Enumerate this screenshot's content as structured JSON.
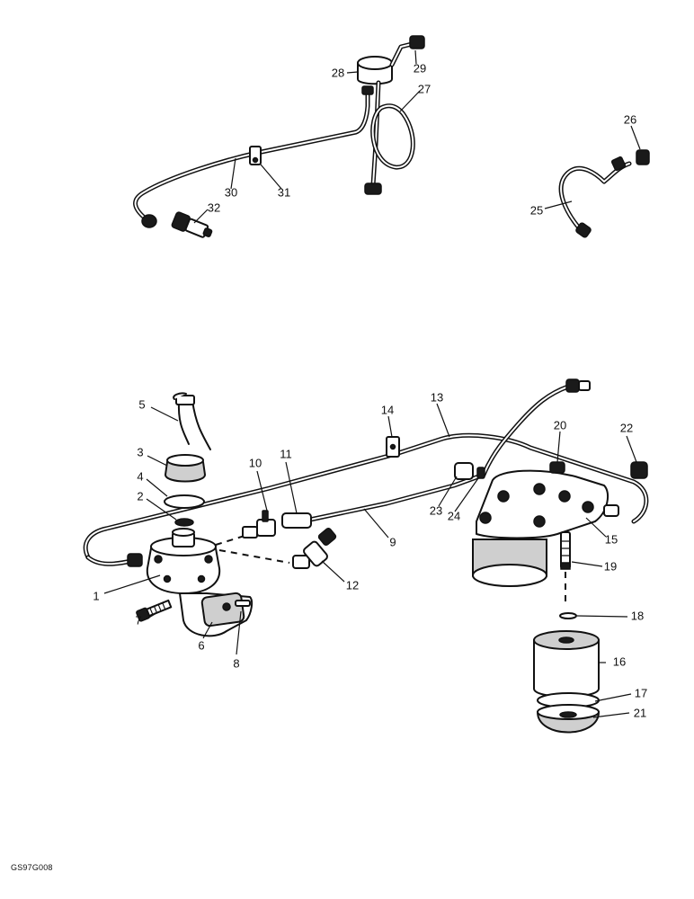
{
  "figure_ref": "GS97G008",
  "callouts": [
    "1",
    "2",
    "3",
    "4",
    "5",
    "6",
    "7",
    "8",
    "9",
    "10",
    "11",
    "12",
    "13",
    "14",
    "15",
    "16",
    "17",
    "18",
    "19",
    "20",
    "21",
    "22",
    "23",
    "24",
    "25",
    "26",
    "27",
    "28",
    "29",
    "30",
    "31",
    "32"
  ]
}
